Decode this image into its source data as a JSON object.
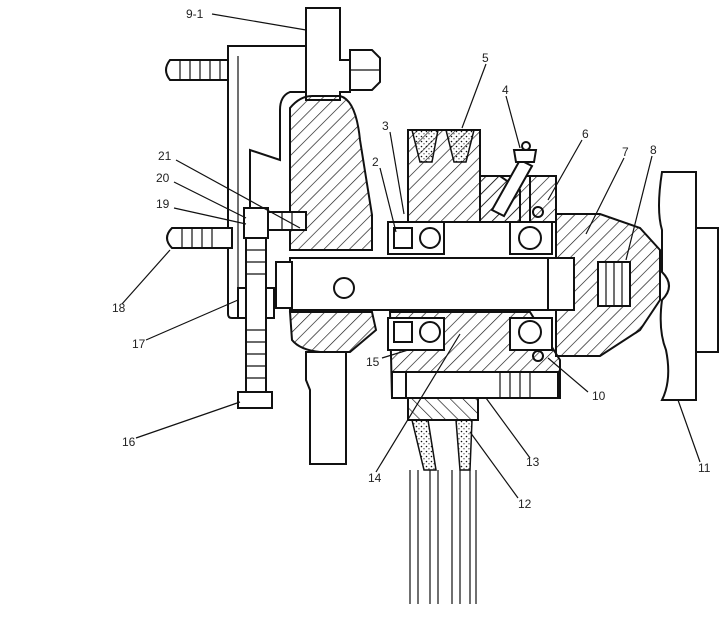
{
  "callouts": [
    {
      "id": "c9",
      "text": "9-1"
    },
    {
      "id": "c5",
      "text": "5"
    },
    {
      "id": "c4",
      "text": "4"
    },
    {
      "id": "c3",
      "text": "3"
    },
    {
      "id": "c6",
      "text": "6"
    },
    {
      "id": "c2",
      "text": "2"
    },
    {
      "id": "c7",
      "text": "7"
    },
    {
      "id": "c8",
      "text": "8"
    },
    {
      "id": "c21",
      "text": "21"
    },
    {
      "id": "c20",
      "text": "20"
    },
    {
      "id": "c19",
      "text": "19"
    },
    {
      "id": "c18",
      "text": "18"
    },
    {
      "id": "c17",
      "text": "17"
    },
    {
      "id": "c15",
      "text": "15"
    },
    {
      "id": "c10",
      "text": "10"
    },
    {
      "id": "c16",
      "text": "16"
    },
    {
      "id": "c14",
      "text": "14"
    },
    {
      "id": "c13",
      "text": "13"
    },
    {
      "id": "c12",
      "text": "12"
    },
    {
      "id": "c11",
      "text": "11"
    }
  ]
}
